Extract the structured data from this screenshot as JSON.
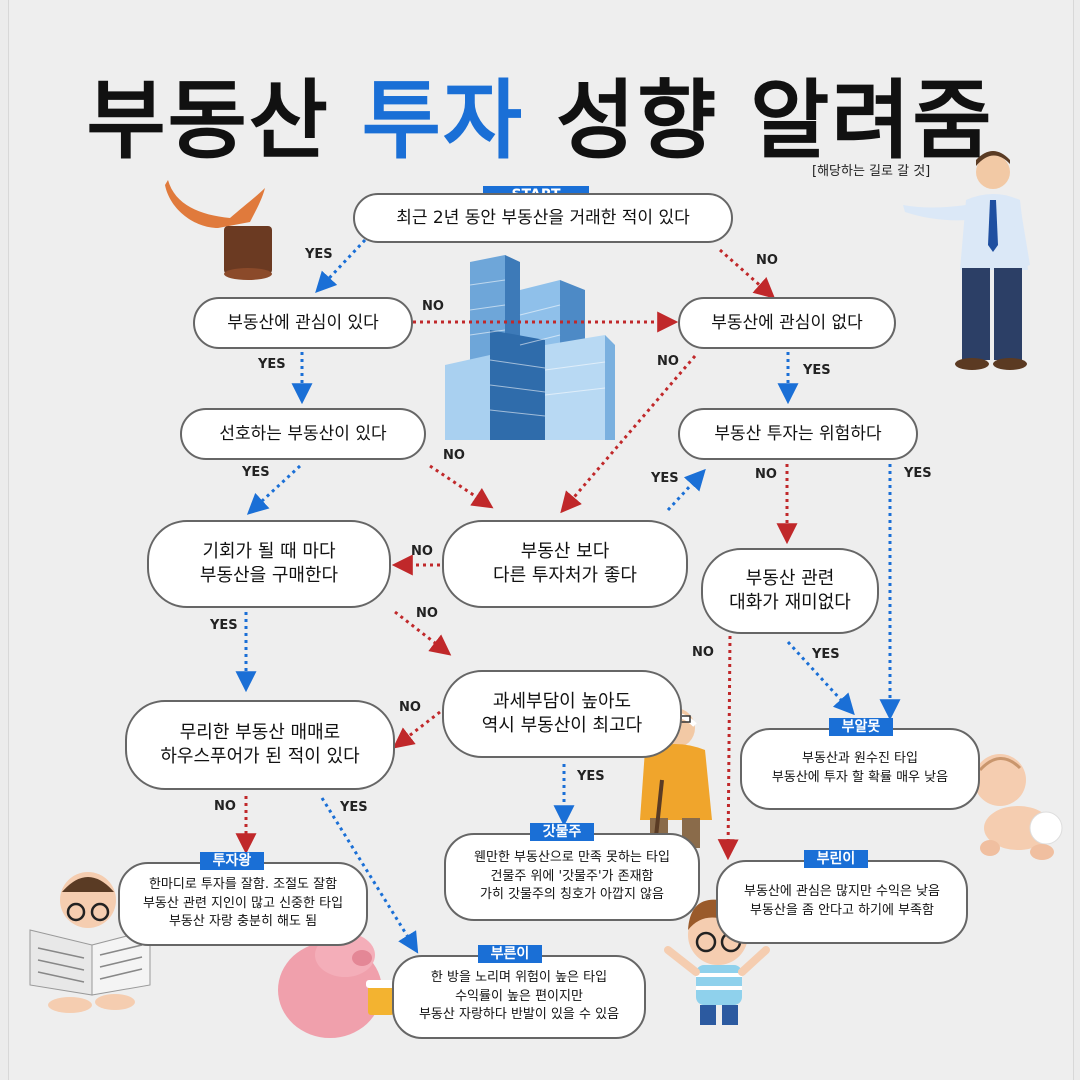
{
  "title": {
    "part1": "부동산 ",
    "accent": "투자",
    "part2": " 성향 알려줌"
  },
  "note": "[해당하는 길로 갈 것]",
  "start_label": "START",
  "nodes": {
    "q1": "최근 2년 동안 부동산을 거래한 적이 있다",
    "interested": "부동산에 관심이 있다",
    "not_interested": "부동산에 관심이 없다",
    "preferred": "선호하는 부동산이 있다",
    "risky": "부동산 투자는 위험하다",
    "buy_when": "기회가 될 때 마다\n부동산을 구매한다",
    "other_invest": "부동산 보다\n다른 투자처가 좋다",
    "talk_fun": "부동산 관련\n대화가 재미없다",
    "tax": "과세부담이 높아도\n역시 부동산이 최고다",
    "housepoor": "무리한 부동산 매매로\n하우스푸어가 된 적이 있다"
  },
  "results": {
    "tujawang": {
      "tag": "투자왕",
      "text": "한마디로 투자를 잘함. 조절도 잘함\n부동산 관련 지인이 많고 신중한 타입\n부동산 자랑 충분히 해도 됨"
    },
    "gatmulju": {
      "tag": "갓물주",
      "text": "웬만한 부동산으로 만족 못하는 타입\n건물주 위에 '갓물주'가 존재함\n가히 갓물주의 칭호가 아깝지 않음"
    },
    "bualmot": {
      "tag": "부알못",
      "text": "부동산과 원수진 타입\n부동산에 투자 할 확률 매우 낮음"
    },
    "burini": {
      "tag": "부린이",
      "text": "부동산에 관심은 많지만 수익은 낮음\n부동산을 좀 안다고 하기에 부족함"
    },
    "bureuni": {
      "tag": "부른이",
      "text": "한 방을 노리며 위험이 높은 타입\n수익률이 높은 편이지만\n부동산 자랑하다 반발이 있을 수 있음"
    }
  },
  "edge_labels": {
    "yes": "YES",
    "no": "NO"
  },
  "colors": {
    "yes": "#1a6fd6",
    "no": "#c0282a",
    "accent": "#1a6fd6",
    "border": "#666666"
  },
  "icons": [
    "hand-sculpture-icon",
    "building-icon",
    "businessman-icon",
    "grandpa-icon",
    "baby-icon",
    "newspaper-man-icon",
    "pig-icon",
    "kid-icon"
  ]
}
